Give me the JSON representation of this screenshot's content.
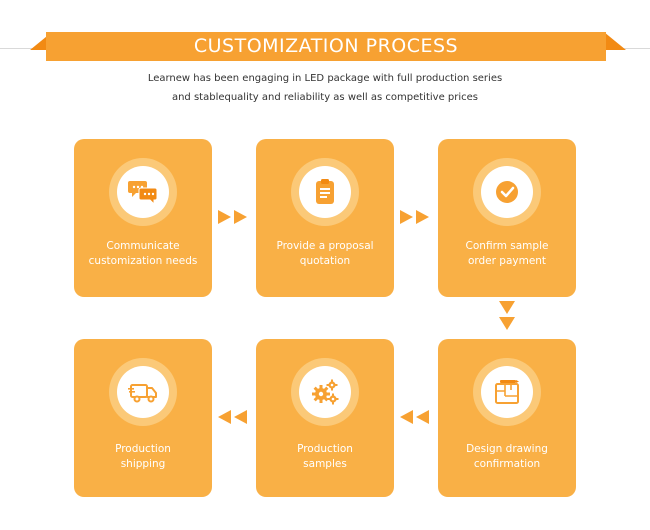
{
  "header": {
    "title": "CUSTOMIZATION PROCESS",
    "subtitle_line1": "Learnew has been engaging in LED package with full production series",
    "subtitle_line2": "and stablequality and reliability as well as competitive prices"
  },
  "colors": {
    "card": "#f9b046",
    "banner": "#f7a132",
    "accent_dark": "#f28a13",
    "text_on_card": "#ffffff"
  },
  "steps": [
    {
      "label_line1": "Communicate",
      "label_line2": "customization needs",
      "icon": "chat-bubbles-icon"
    },
    {
      "label_line1": "Provide a proposal",
      "label_line2": "quotation",
      "icon": "clipboard-icon"
    },
    {
      "label_line1": "Confirm sample",
      "label_line2": "order payment",
      "icon": "checkmark-icon"
    },
    {
      "label_line1": "Design drawing",
      "label_line2": "confirmation",
      "icon": "blueprint-icon"
    },
    {
      "label_line1": "Production",
      "label_line2": "samples",
      "icon": "gears-icon"
    },
    {
      "label_line1": "Production",
      "label_line2": "shipping",
      "icon": "delivery-truck-icon"
    }
  ]
}
